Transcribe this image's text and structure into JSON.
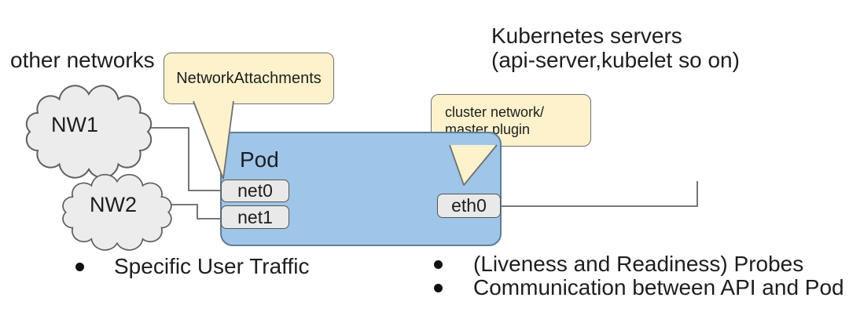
{
  "colors": {
    "background": "#ffffff",
    "text": "#1e1e1e",
    "cloud_fill": "#ececec",
    "cloud_border": "#5f5f5f",
    "pod_fill": "#9fc5e8",
    "pod_border": "#5f7d95",
    "box_fill": "#e9e9e9",
    "box_border": "#555555",
    "bubble_fill": "#fdf2cc",
    "bubble_border": "#707070",
    "connector": "#666666",
    "bullet": "#111111"
  },
  "labels": {
    "other_networks": "other networks",
    "kubernetes_servers_line1": "Kubernetes servers",
    "kubernetes_servers_line2": "(api-server,kubelet so on)"
  },
  "clouds": [
    {
      "label": "NW1"
    },
    {
      "label": "NW2"
    }
  ],
  "callouts": {
    "network_attachments": "NetworkAttachments",
    "cluster_network_line1": "cluster network/",
    "cluster_network_line2": "master plugin"
  },
  "pod": {
    "label": "Pod",
    "interfaces": [
      "net0",
      "net1",
      "eth0"
    ]
  },
  "bullets": {
    "left": [
      "Specific User Traffic"
    ],
    "right": [
      "(Liveness and Readiness) Probes",
      "Communication between API and Pod"
    ]
  }
}
